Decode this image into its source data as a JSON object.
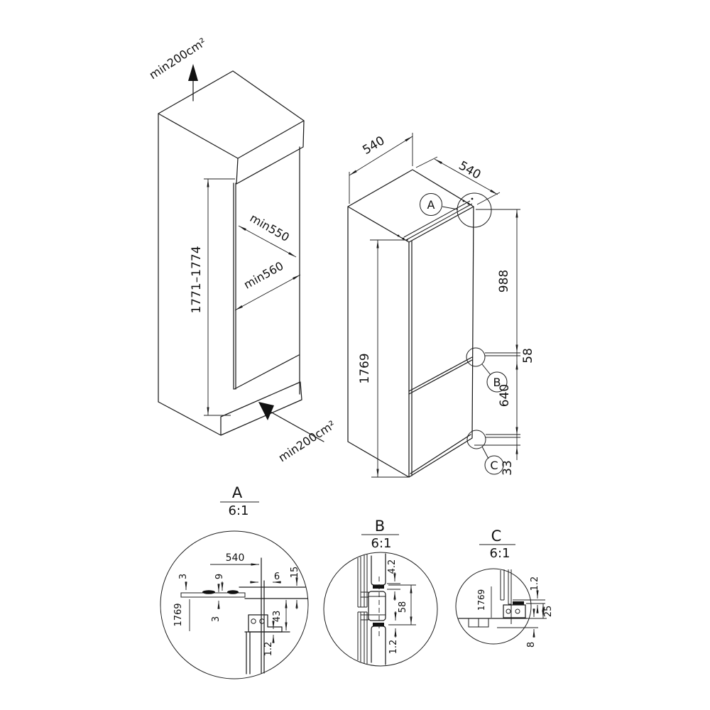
{
  "niche": {
    "vent_top": "min200cm²",
    "vent_bottom": "min200cm²",
    "height_range": "1771–1774",
    "depth_min": "min550",
    "width_min": "min560"
  },
  "appliance": {
    "depth_top": "540",
    "width_top": "540",
    "height": "1769",
    "dim_upper_door": "988",
    "dim_gap": "58",
    "dim_lower_door": "640",
    "dim_bottom": "33",
    "callouts": {
      "a": "A",
      "b": "B",
      "c": "C"
    }
  },
  "details": {
    "a": {
      "label": "A",
      "scale": "6:1",
      "dim_depth": "540",
      "dim_seal_left": "3",
      "dim_height": "1769",
      "dim_seal_mid": "3",
      "dim_top_gap": "9",
      "dim_front_gap": "6",
      "dim_overlap": "15",
      "dim_hinge": "43",
      "dim_foil": "1.2"
    },
    "b": {
      "label": "B",
      "scale": "6:1",
      "dim_top_gap": "4.2",
      "dim_gap": "58",
      "dim_foil": "1.2"
    },
    "c": {
      "label": "C",
      "scale": "6:1",
      "dim_height": "1769",
      "dim_foil": "1.2",
      "dim_hinge": "25",
      "dim_bottom": "8"
    }
  }
}
